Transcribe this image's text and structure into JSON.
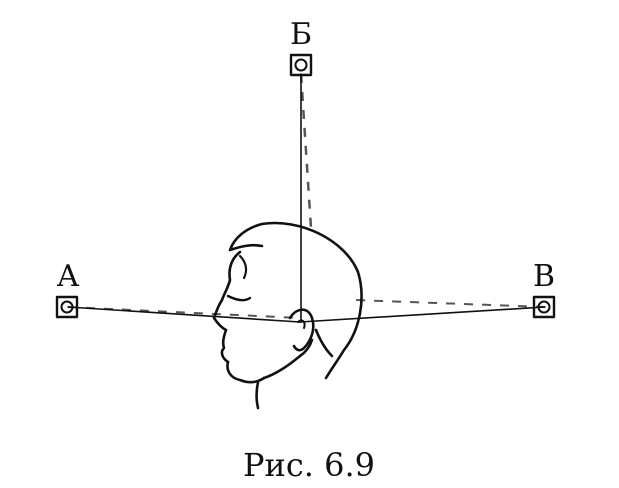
{
  "diagram": {
    "sources": [
      {
        "id": "left",
        "label": "А"
      },
      {
        "id": "top",
        "label": "Б"
      },
      {
        "id": "right",
        "label": "В"
      }
    ],
    "caption": "Рис. 6.9",
    "colors": {
      "ink": "#111111",
      "dash": "#555555",
      "background": "#ffffff"
    }
  }
}
